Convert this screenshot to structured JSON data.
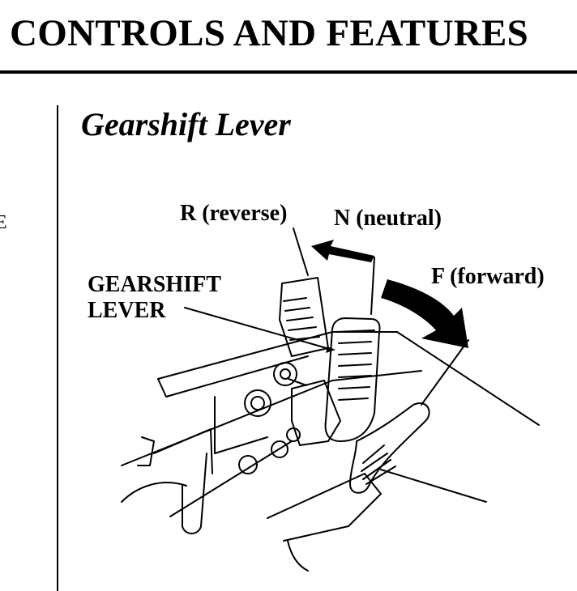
{
  "header": {
    "title": "CONTROLS AND FEATURES"
  },
  "left_column_fragment": "E",
  "section": {
    "heading": "Gearshift Lever"
  },
  "figure": {
    "labels": {
      "reverse": "R (reverse)",
      "neutral": "N (neutral)",
      "forward": "F (forward)",
      "lever_line1": "GEARSHIFT",
      "lever_line2": "LEVER"
    }
  }
}
